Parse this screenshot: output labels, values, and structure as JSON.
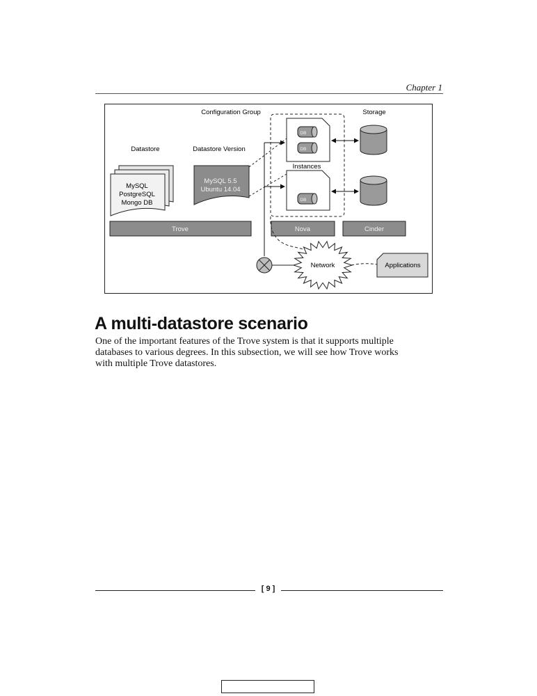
{
  "header": {
    "chapter": "Chapter 1"
  },
  "figure": {
    "config_group_label": "Configuration Group",
    "storage_label": "Storage",
    "datastore_label": "Datastore",
    "datastore_version_label": "Datastore Version",
    "instances_label": "Instances",
    "datastores": [
      "MySQL",
      "PostgreSQL",
      "Mongo DB"
    ],
    "version_lines": [
      "MySQL 5.5",
      "Ubuntu 14.04"
    ],
    "db_label": "DB",
    "trove_label": "Trove",
    "nova_label": "Nova",
    "cinder_label": "Cinder",
    "network_label": "Network",
    "applications_label": "Applications"
  },
  "section": {
    "title": "A multi-datastore scenario",
    "body_lines": [
      "One of the important features of the Trove system is that it supports multiple",
      "databases to various degrees. In this subsection, we will see how Trove works",
      "with multiple Trove datastores."
    ]
  },
  "footer": {
    "page_number": "[ 9 ]"
  }
}
